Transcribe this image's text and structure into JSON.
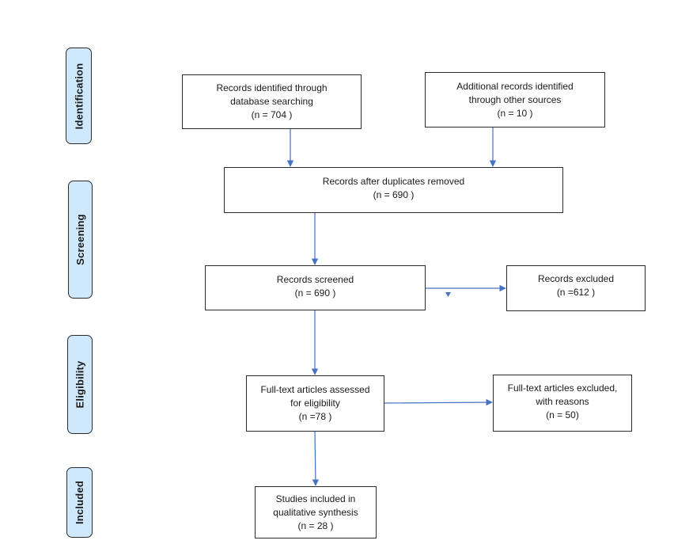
{
  "stages": {
    "identification": "Identification",
    "screening": "Screening",
    "eligibility": "Eligibility",
    "included": "Included"
  },
  "boxes": {
    "database_records": {
      "lines": [
        "Records identified through",
        "database searching",
        "(n = 704  )"
      ]
    },
    "other_sources": {
      "lines": [
        "Additional records identified",
        "through other sources",
        "(n =  10 )"
      ]
    },
    "after_duplicates": {
      "lines": [
        "Records after duplicates removed",
        "(n = 690 )"
      ]
    },
    "screened": {
      "lines": [
        "Records screened",
        "(n = 690 )"
      ]
    },
    "excluded": {
      "lines": [
        "Records excluded",
        "(n =612  )"
      ]
    },
    "fulltext_assessed": {
      "lines": [
        "Full-text articles assessed",
        "for eligibility",
        "(n =78 )"
      ]
    },
    "fulltext_excluded": {
      "lines": [
        "Full-text articles excluded,",
        "with reasons",
        "(n = 50)"
      ]
    },
    "included_studies": {
      "lines": [
        "Studies included in",
        "qualitative synthesis",
        "(n =  28 )"
      ]
    }
  },
  "colors": {
    "stage_fill": "#cfe8fb",
    "arrow": "#4472c4",
    "border": "#2b2b2b"
  }
}
